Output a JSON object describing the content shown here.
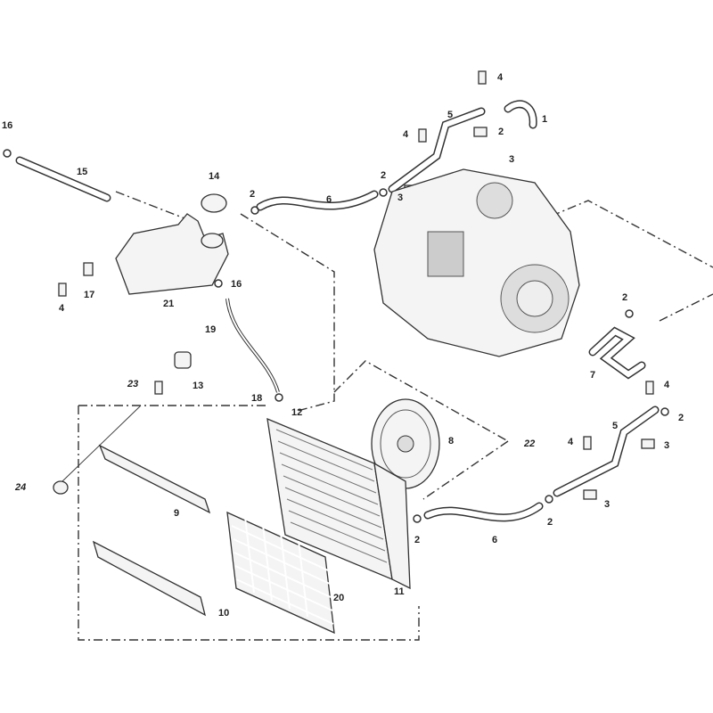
{
  "diagram": {
    "callouts": [
      "16",
      "15",
      "14",
      "2",
      "6",
      "2",
      "3",
      "4",
      "5",
      "4",
      "2",
      "3",
      "1",
      "17",
      "4",
      "21",
      "16",
      "19",
      "13",
      "23",
      "18",
      "12",
      "8",
      "22",
      "24",
      "9",
      "20",
      "11",
      "10",
      "2",
      "7",
      "4",
      "2",
      "5",
      "4",
      "3",
      "3",
      "2",
      "2",
      "6"
    ]
  }
}
